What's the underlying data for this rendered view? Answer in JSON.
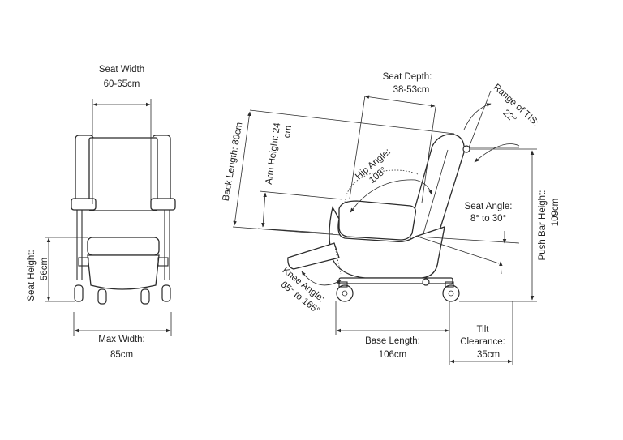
{
  "front_view": {
    "seat_width": {
      "label": "Seat Width",
      "value": "60-65cm"
    },
    "seat_height": {
      "label": "Seat Height:",
      "value": "56cm"
    },
    "max_width": {
      "label": "Max Width:",
      "value": "85cm"
    }
  },
  "side_view": {
    "seat_depth": {
      "label": "Seat Depth:",
      "value": "38-53cm"
    },
    "range_of_tis": {
      "label": "Range of TIS:",
      "value": "22°"
    },
    "back_length": {
      "label": "Back Length: 80cm"
    },
    "arm_height": {
      "label": "Arm Height: 24",
      "value": "cm"
    },
    "hip_angle": {
      "label": "Hip Angle:",
      "value": "108°"
    },
    "seat_angle": {
      "label": "Seat Angle:",
      "value": "8° to 30°"
    },
    "push_bar_height": {
      "label": "Push Bar Height:",
      "value": "109cm"
    },
    "knee_angle": {
      "label": "Knee Angle:",
      "value": "65° to 165°"
    },
    "base_length": {
      "label": "Base Length:",
      "value": "106cm"
    },
    "tilt_clearance": {
      "label_line1": "Tilt",
      "label_line2": "Clearance:",
      "value": "35cm"
    }
  }
}
